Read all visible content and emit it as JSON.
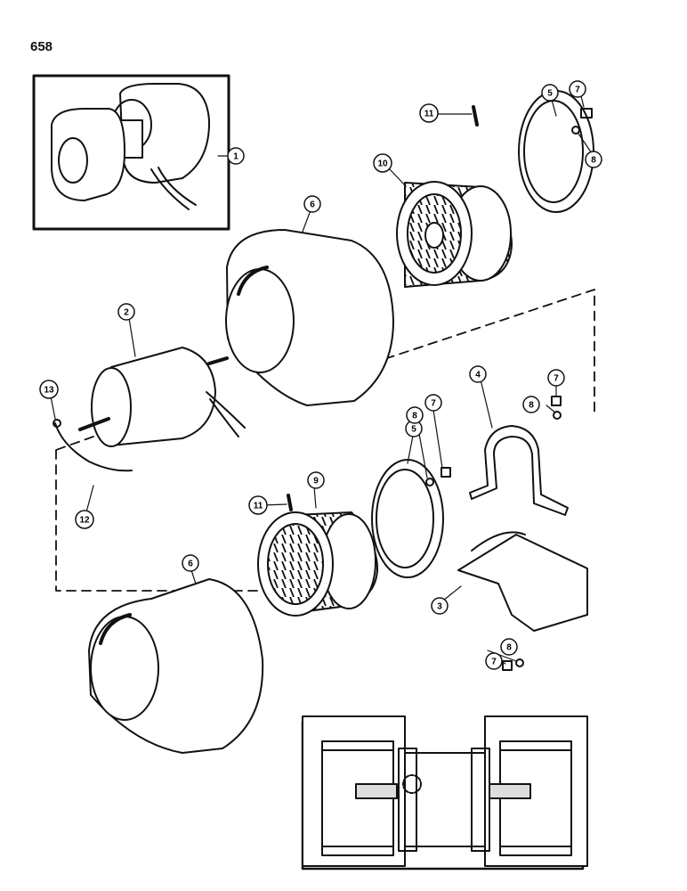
{
  "page_number": "658",
  "callouts": [
    {
      "id": "c1",
      "label": "1"
    },
    {
      "id": "c2",
      "label": "2"
    },
    {
      "id": "c3",
      "label": "3"
    },
    {
      "id": "c4",
      "label": "4"
    },
    {
      "id": "c5a",
      "label": "5"
    },
    {
      "id": "c5b",
      "label": "5"
    },
    {
      "id": "c6a",
      "label": "6"
    },
    {
      "id": "c6b",
      "label": "6"
    },
    {
      "id": "c7a",
      "label": "7"
    },
    {
      "id": "c7b",
      "label": "7"
    },
    {
      "id": "c7c",
      "label": "7"
    },
    {
      "id": "c7d",
      "label": "7"
    },
    {
      "id": "c8a",
      "label": "8"
    },
    {
      "id": "c8b",
      "label": "8"
    },
    {
      "id": "c8c",
      "label": "8"
    },
    {
      "id": "c8d",
      "label": "8"
    },
    {
      "id": "c9",
      "label": "9"
    },
    {
      "id": "c10",
      "label": "10"
    },
    {
      "id": "c11a",
      "label": "11"
    },
    {
      "id": "c11b",
      "label": "11"
    },
    {
      "id": "c12",
      "label": "12"
    },
    {
      "id": "c13",
      "label": "13"
    }
  ]
}
